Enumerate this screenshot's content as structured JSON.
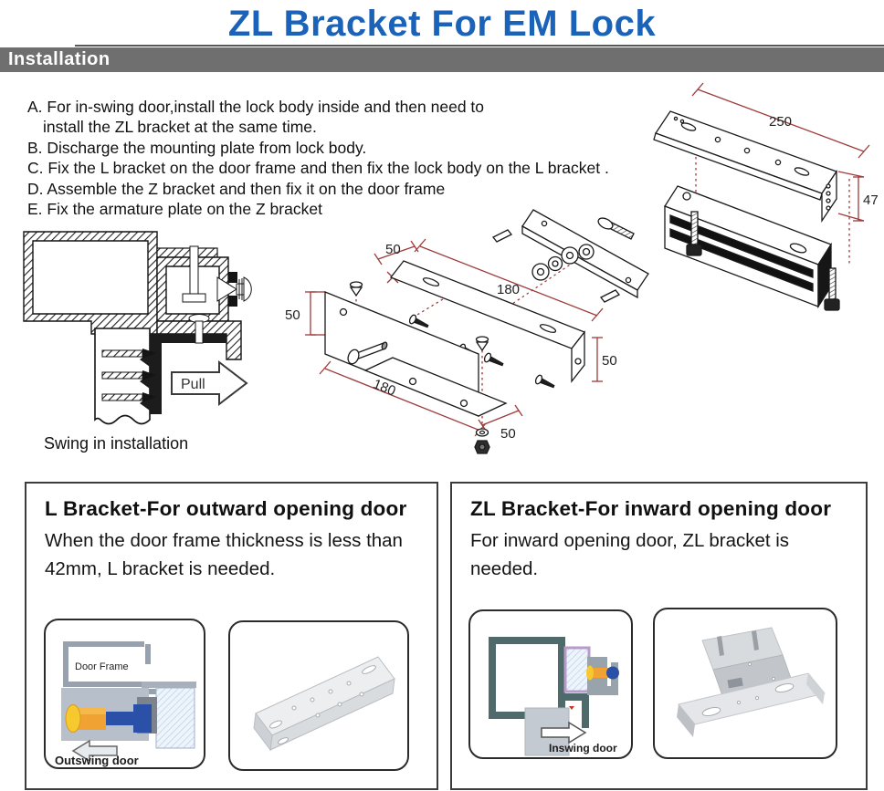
{
  "page": {
    "title": "ZL Bracket For EM Lock",
    "section_header": "Installation"
  },
  "instructions": {
    "line_a1": "A. For in-swing door,install the lock body inside and then need to",
    "line_a2": "install the ZL bracket at the same time.",
    "line_b": "B. Discharge the mounting plate from lock body.",
    "line_c": "C. Fix the L bracket on the door frame and then fix the lock body on the L bracket .",
    "line_d": "D. Assemble the Z bracket and then fix it on the door frame",
    "line_e": "E. Fix the armature plate on the Z bracket"
  },
  "diagrams": {
    "lock_exploded": {
      "dim_length": "250",
      "dim_height": "47"
    },
    "z_bracket_exploded": {
      "dim_top_width": "50",
      "dim_top_length": "180",
      "dim_right_height": "50",
      "dim_left_height": "50",
      "dim_bottom_length": "180",
      "dim_bottom_width": "50"
    },
    "swing_in": {
      "pull_label": "Pull",
      "caption": "Swing in installation"
    }
  },
  "panels": {
    "left": {
      "title": "L Bracket-For outward opening door",
      "description": "When the door frame thickness is less than 42mm, L bracket is needed.",
      "outswing_frame_label": "Door Frame",
      "outswing_caption": "Outswing door"
    },
    "right": {
      "title": "ZL Bracket-For inward opening door",
      "description": "For inward opening door, ZL bracket is needed.",
      "inswing_caption": "Inswing door"
    }
  },
  "colors": {
    "title_blue": "#1b63b8",
    "banner_gray": "#6f6f6f",
    "dimension_red": "#9e3a3a",
    "line_black": "#1a1a1a",
    "bolt_blue": "#2b50a8",
    "bolt_orange": "#f0a232",
    "bolt_yellow": "#f6c92e",
    "door_frame_gray": "#98a2ae",
    "inswing_frame_teal": "#4f6a6a",
    "metal_gray": "#dfe2e5"
  }
}
